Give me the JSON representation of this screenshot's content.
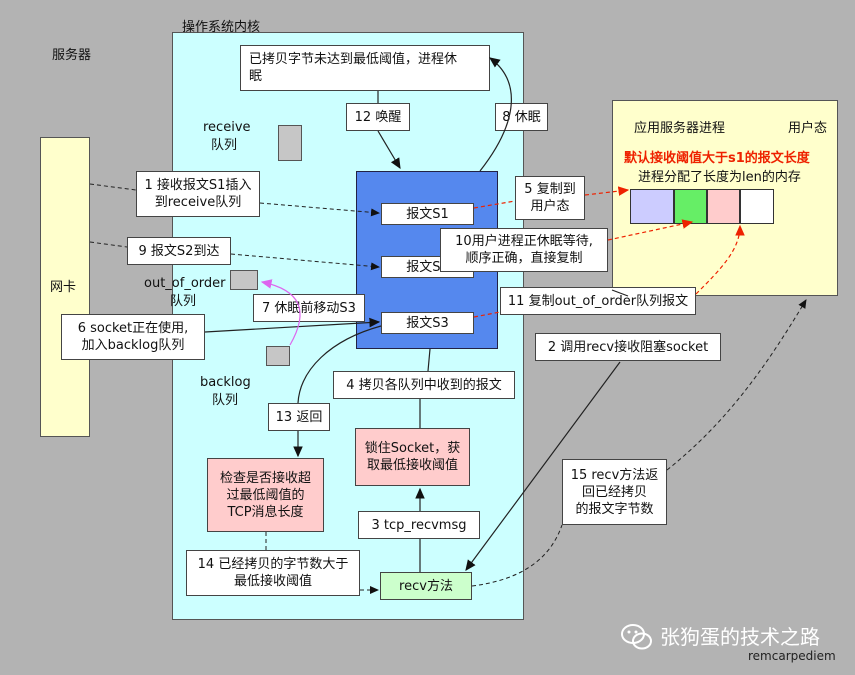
{
  "server_label": "服务器",
  "kernel_label": "操作系统内核",
  "nic_label": "网卡",
  "queues": {
    "receive": [
      "receive",
      "队列"
    ],
    "out_of_order": [
      "out_of_order",
      "队列"
    ],
    "backlog": [
      "backlog",
      "队列"
    ]
  },
  "packets": [
    "报文S1",
    "报文S2",
    "报文S3"
  ],
  "app": {
    "title": "应用服务器进程",
    "user_mode": "用户态",
    "red_text": "默认接收阈值大于s1的报文长度",
    "alloc_text": "进程分配了长度为len的内存"
  },
  "steps": {
    "s1": [
      "1 接收报文S1插入",
      "到receive队列"
    ],
    "s2": "2 调用recv接收阻塞socket",
    "s3": "3 tcp_recvmsg",
    "s4": "4 拷贝各队列中收到的报文",
    "s5": [
      "5 复制到",
      "用户态"
    ],
    "s6": [
      "6 socket正在使用,",
      "加入backlog队列"
    ],
    "s7": "7 休眠前移动S3",
    "s8": "8 休眠",
    "s9": "9 报文S2到达",
    "s10": [
      "10用户进程正休眠等待,",
      "顺序正确，直接复制"
    ],
    "s11": "11 复制out_of_order队列报文",
    "s12": "12 唤醒",
    "s13": "13 返回",
    "s14": [
      "14 已经拷贝的字节数大于",
      "最低接收阈值"
    ],
    "s15": [
      "15 recv方法返",
      "回已经拷贝",
      "的报文字节数"
    ]
  },
  "boxes": {
    "sleep": [
      "已拷贝字节未达到最低阈值，进程休",
      "眠"
    ],
    "lock": [
      "锁住Socket，获",
      "取最低接收阈值"
    ],
    "check": [
      "检查是否接收超",
      "过最低阈值的",
      "TCP消息长度"
    ],
    "recv": "recv方法"
  },
  "watermark": {
    "title": "张狗蛋的技术之路",
    "sub": "remcarpediem"
  },
  "colors": {
    "kernel_bg": "#ccffff",
    "app_bg": "#ffffcc",
    "socket_blue": "#5588ee",
    "pink": "#ffcccc",
    "green": "#ccffcc",
    "mem_purple": "#ccccff",
    "mem_green": "#66ee66",
    "red": "#ee2200"
  }
}
